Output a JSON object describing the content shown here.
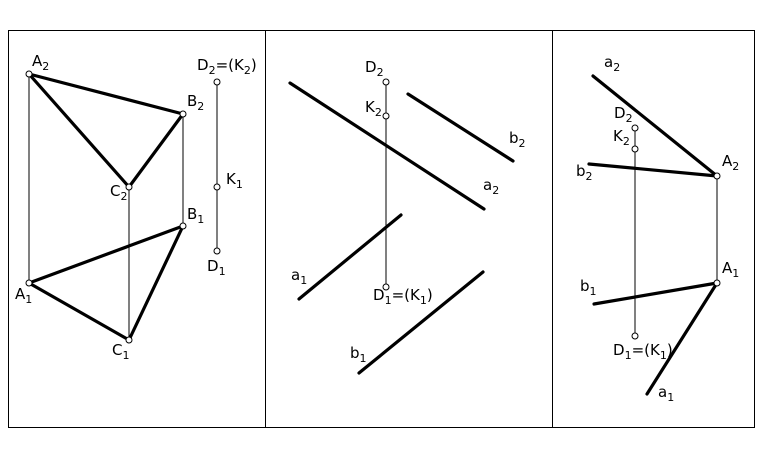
{
  "panel1": {
    "A2": {
      "main": "A",
      "sub": "2"
    },
    "B2": {
      "main": "B",
      "sub": "2"
    },
    "C2": {
      "main": "C",
      "sub": "2"
    },
    "A1": {
      "main": "A",
      "sub": "1"
    },
    "B1": {
      "main": "B",
      "sub": "1"
    },
    "C1": {
      "main": "C",
      "sub": "1"
    },
    "D2K2": {
      "main": "D",
      "sub": "2",
      "rest": "=(K",
      "sub2": "2",
      "close": ")"
    },
    "K1": {
      "main": "K",
      "sub": "1"
    },
    "D1": {
      "main": "D",
      "sub": "1"
    }
  },
  "panel2": {
    "D2": {
      "main": "D",
      "sub": "2"
    },
    "K2": {
      "main": "K",
      "sub": "2"
    },
    "b2": {
      "main": "b",
      "sub": "2"
    },
    "a2": {
      "main": "a",
      "sub": "2"
    },
    "a1": {
      "main": "a",
      "sub": "1"
    },
    "D1K1": {
      "main": "D",
      "sub": "1",
      "rest": "=(K",
      "sub2": "1",
      "close": ")"
    },
    "b1": {
      "main": "b",
      "sub": "1"
    }
  },
  "panel3": {
    "a2": {
      "main": "a",
      "sub": "2"
    },
    "D2": {
      "main": "D",
      "sub": "2"
    },
    "K2": {
      "main": "K",
      "sub": "2"
    },
    "b2": {
      "main": "b",
      "sub": "2"
    },
    "A2": {
      "main": "A",
      "sub": "2"
    },
    "A1": {
      "main": "A",
      "sub": "1"
    },
    "b1": {
      "main": "b",
      "sub": "1"
    },
    "D1K1": {
      "main": "D",
      "sub": "1",
      "rest": "=(K",
      "sub2": "1",
      "close": ")"
    },
    "a1": {
      "main": "a",
      "sub": "1"
    }
  }
}
